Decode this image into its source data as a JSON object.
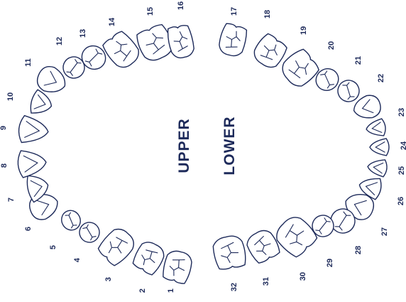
{
  "labels": {
    "upper": "UPPER",
    "lower": "LOWER"
  },
  "colors": {
    "outline": "#1d2a5a",
    "tooth_fill": "#ffffff",
    "background": "#ffffff"
  },
  "teeth": [
    {
      "number": "1",
      "arch": "upper",
      "kind": "molar"
    },
    {
      "number": "2",
      "arch": "upper",
      "kind": "molar"
    },
    {
      "number": "3",
      "arch": "upper",
      "kind": "molar"
    },
    {
      "number": "4",
      "arch": "upper",
      "kind": "premolar"
    },
    {
      "number": "5",
      "arch": "upper",
      "kind": "premolar"
    },
    {
      "number": "6",
      "arch": "upper",
      "kind": "canine"
    },
    {
      "number": "7",
      "arch": "upper",
      "kind": "incisor"
    },
    {
      "number": "8",
      "arch": "upper",
      "kind": "incisor"
    },
    {
      "number": "9",
      "arch": "upper",
      "kind": "incisor"
    },
    {
      "number": "10",
      "arch": "upper",
      "kind": "incisor"
    },
    {
      "number": "11",
      "arch": "upper",
      "kind": "canine"
    },
    {
      "number": "12",
      "arch": "upper",
      "kind": "premolar"
    },
    {
      "number": "13",
      "arch": "upper",
      "kind": "premolar"
    },
    {
      "number": "14",
      "arch": "upper",
      "kind": "molar"
    },
    {
      "number": "15",
      "arch": "upper",
      "kind": "molar"
    },
    {
      "number": "16",
      "arch": "upper",
      "kind": "molar"
    },
    {
      "number": "17",
      "arch": "lower",
      "kind": "molar"
    },
    {
      "number": "18",
      "arch": "lower",
      "kind": "molar"
    },
    {
      "number": "19",
      "arch": "lower",
      "kind": "molar"
    },
    {
      "number": "20",
      "arch": "lower",
      "kind": "premolar"
    },
    {
      "number": "21",
      "arch": "lower",
      "kind": "premolar"
    },
    {
      "number": "22",
      "arch": "lower",
      "kind": "canine"
    },
    {
      "number": "23",
      "arch": "lower",
      "kind": "incisor"
    },
    {
      "number": "24",
      "arch": "lower",
      "kind": "incisor"
    },
    {
      "number": "25",
      "arch": "lower",
      "kind": "incisor"
    },
    {
      "number": "26",
      "arch": "lower",
      "kind": "incisor"
    },
    {
      "number": "27",
      "arch": "lower",
      "kind": "canine"
    },
    {
      "number": "28",
      "arch": "lower",
      "kind": "premolar"
    },
    {
      "number": "29",
      "arch": "lower",
      "kind": "premolar"
    },
    {
      "number": "30",
      "arch": "lower",
      "kind": "molar"
    },
    {
      "number": "31",
      "arch": "lower",
      "kind": "molar"
    },
    {
      "number": "32",
      "arch": "lower",
      "kind": "molar"
    }
  ]
}
